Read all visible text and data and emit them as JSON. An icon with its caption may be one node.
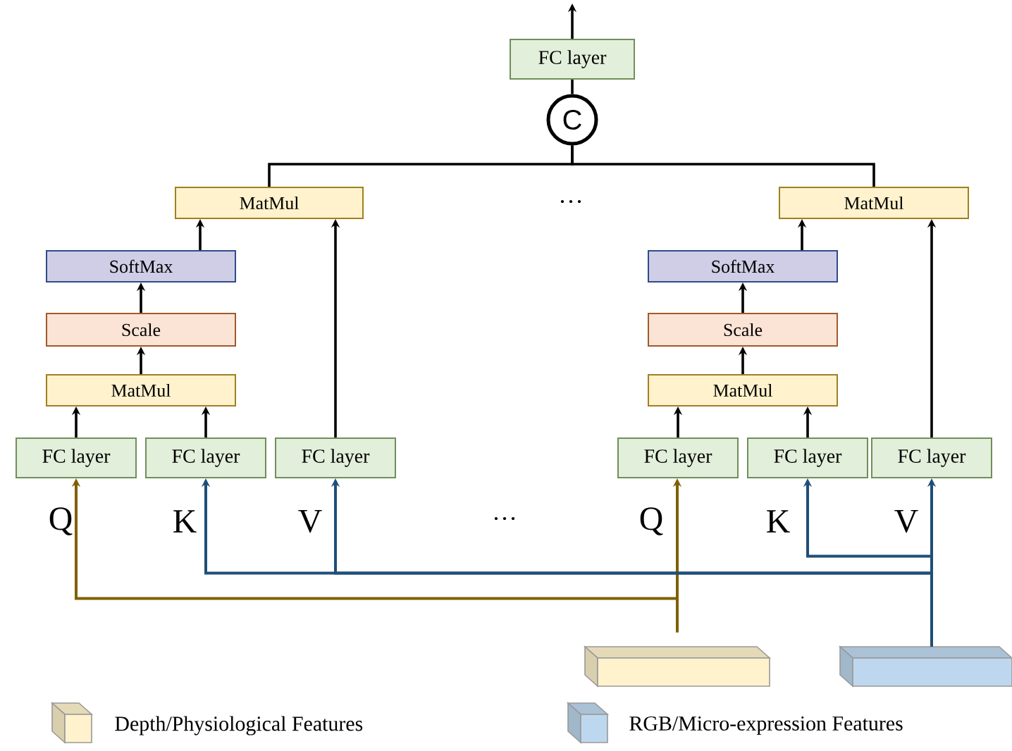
{
  "diagram": {
    "nodes": [
      {
        "text": [
          "FC layer"
        ]
      },
      {
        "text": [
          "C"
        ]
      },
      {
        "text": [
          "MatMul"
        ]
      },
      {
        "text": [
          "MatMul"
        ]
      },
      {
        "text": [
          "SoftMax"
        ]
      },
      {
        "text": [
          "SoftMax"
        ]
      },
      {
        "text": [
          "Scale"
        ]
      },
      {
        "text": [
          "Scale"
        ]
      },
      {
        "text": [
          "MatMul"
        ]
      },
      {
        "text": [
          "MatMul"
        ]
      },
      {
        "text": [
          "FC layer"
        ]
      },
      {
        "text": [
          "FC layer"
        ]
      },
      {
        "text": [
          "FC layer"
        ]
      },
      {
        "text": [
          "FC layer"
        ]
      },
      {
        "text": [
          "FC layer"
        ]
      },
      {
        "text": [
          "FC layer"
        ]
      },
      {
        "text": [],
        "shape": "box"
      },
      {
        "text": [],
        "shape": "box"
      }
    ],
    "edges": [
      {
        "from": 0,
        "to": null,
        "arrow": "to"
      },
      {
        "from": 1,
        "to": 0,
        "arrow": "none"
      },
      {
        "from": 2,
        "to": 1,
        "arrow": "none"
      },
      {
        "from": 3,
        "to": 1,
        "arrow": "none"
      },
      {
        "from": 4,
        "to": 2,
        "arrow": "to"
      },
      {
        "from": 6,
        "to": 4,
        "arrow": "to"
      },
      {
        "from": 8,
        "to": 6,
        "arrow": "to"
      },
      {
        "from": 10,
        "to": 8,
        "arrow": "to"
      },
      {
        "from": 11,
        "to": 8,
        "arrow": "to"
      },
      {
        "from": 12,
        "to": 2,
        "arrow": "to"
      },
      {
        "from": 5,
        "to": 3,
        "arrow": "to"
      },
      {
        "from": 7,
        "to": 5,
        "arrow": "to"
      },
      {
        "from": 9,
        "to": 7,
        "arrow": "to"
      },
      {
        "from": 13,
        "to": 9,
        "arrow": "to"
      },
      {
        "from": 14,
        "to": 9,
        "arrow": "to"
      },
      {
        "from": 15,
        "to": 3,
        "arrow": "to"
      },
      {
        "from": 16,
        "to": 10,
        "arrow": "to",
        "color": "#7f6000"
      },
      {
        "from": 16,
        "to": 13,
        "arrow": "to",
        "color": "#7f6000"
      },
      {
        "from": 17,
        "to": 11,
        "arrow": "to",
        "color": "#1f4e79"
      },
      {
        "from": 17,
        "to": 12,
        "arrow": "to",
        "color": "#1f4e79"
      },
      {
        "from": 17,
        "to": 14,
        "arrow": "to",
        "color": "#1f4e79"
      },
      {
        "from": 17,
        "to": 15,
        "arrow": "to",
        "color": "#1f4e79"
      }
    ],
    "labels": [
      "…",
      "Q",
      "K",
      "V",
      "…",
      "Q",
      "K",
      "V"
    ],
    "legend": [
      {
        "text": "Depth/Physiological Features",
        "color": "#fff2cc"
      },
      {
        "text": "RGB/Micro-expression Features",
        "color": "#bdd7ee"
      }
    ]
  }
}
